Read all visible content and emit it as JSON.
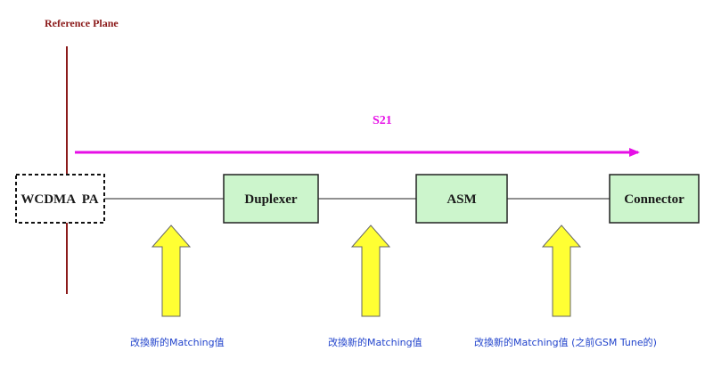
{
  "reference_plane": {
    "label": "Reference Plane",
    "color": "#8b1a1a"
  },
  "s21": {
    "label": "S21",
    "color": "#e60fe6"
  },
  "blocks": {
    "pa": {
      "label": "WCDMA  PA"
    },
    "duplexer": {
      "label": "Duplexer"
    },
    "asm": {
      "label": "ASM"
    },
    "connector": {
      "label": "Connector"
    }
  },
  "captions": {
    "match1": "改換新的Matching值",
    "match2": "改換新的Matching值",
    "match3": "改換新的Matching值 (之前GSM Tune的)"
  },
  "colors": {
    "block_fill": "#ccf5cc",
    "arrow_fill": "#ffff33",
    "caption": "#2244cc"
  }
}
